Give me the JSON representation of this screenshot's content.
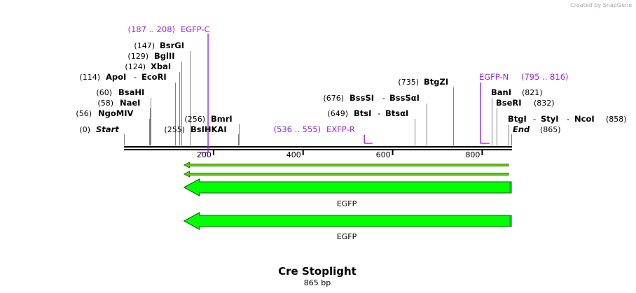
{
  "credit": "Created by SnapGene",
  "title": "Cre Stoplight",
  "length_label": "865 bp",
  "terminus": {
    "start": {
      "pos_label": "(0)",
      "name": "Start"
    },
    "end": {
      "name": "End",
      "pos_label": "(865)"
    }
  },
  "ruler": {
    "ticks": [
      {
        "value": 200,
        "label": "200"
      },
      {
        "value": 400,
        "label": "400"
      },
      {
        "value": 600,
        "label": "600"
      },
      {
        "value": 800,
        "label": "800"
      }
    ]
  },
  "sites_left": [
    {
      "pos": 56,
      "pos_label": "(56)",
      "names": [
        "NgoMIV"
      ]
    },
    {
      "pos": 58,
      "pos_label": "(58)",
      "names": [
        "NaeI"
      ]
    },
    {
      "pos": 60,
      "pos_label": "(60)",
      "names": [
        "BsaHI"
      ]
    },
    {
      "pos": 114,
      "pos_label": "(114)",
      "names": [
        "ApoI",
        "EcoRI"
      ]
    },
    {
      "pos": 124,
      "pos_label": "(124)",
      "names": [
        "XbaI"
      ]
    },
    {
      "pos": 129,
      "pos_label": "(129)",
      "names": [
        "BglII"
      ]
    },
    {
      "pos": 147,
      "pos_label": "(147)",
      "names": [
        "BsrGI"
      ]
    }
  ],
  "sites_mid": [
    {
      "pos": 255,
      "pos_label": "(255)",
      "names": [
        "BsIHKAI"
      ]
    },
    {
      "pos": 256,
      "pos_label": "(256)",
      "names": [
        "BmrI"
      ]
    }
  ],
  "sites_right_mid": [
    {
      "pos": 649,
      "pos_label": "(649)",
      "names": [
        "BtsI",
        "BtsαI"
      ]
    },
    {
      "pos": 676,
      "pos_label": "(676)",
      "names": [
        "BssSI",
        "BssSαI"
      ]
    },
    {
      "pos": 735,
      "pos_label": "(735)",
      "names": [
        "BtgZI"
      ]
    }
  ],
  "sites_far_right": [
    {
      "pos": 821,
      "pos_label": "(821)",
      "names": [
        "BanI"
      ]
    },
    {
      "pos": 832,
      "pos_label": "(832)",
      "names": [
        "BseRI"
      ]
    },
    {
      "pos": 858,
      "pos_label": "(858)",
      "names": [
        "BtgI",
        "StyI",
        "NcoI"
      ]
    }
  ],
  "primers": [
    {
      "name": "EGFP-C",
      "range_label": "(187 .. 208)",
      "start": 187,
      "end": 208
    },
    {
      "name": "EGFP-N",
      "range_label": "(795 .. 816)",
      "start": 795,
      "end": 816
    },
    {
      "name": "EXFP-R",
      "range_label": "(536 .. 555)",
      "start": 536,
      "end": 555
    }
  ],
  "features": [
    {
      "name": "",
      "start": 134,
      "end": 865,
      "direction": "reverse",
      "kind": "thin",
      "color": "#66cc00"
    },
    {
      "name": "",
      "start": 134,
      "end": 865,
      "direction": "reverse",
      "kind": "thin",
      "color": "#66cc00"
    },
    {
      "name": "EGFP",
      "start": 134,
      "end": 865,
      "direction": "reverse",
      "kind": "full",
      "color": "#00ff00"
    },
    {
      "name": "EGFP",
      "start": 134,
      "end": 865,
      "direction": "reverse",
      "kind": "full",
      "color": "#00ff00"
    }
  ],
  "colors": {
    "primer": "#a020f0",
    "feature_fill": "#00ff00",
    "feature_stroke": "#006400",
    "backbone": "#000000"
  }
}
